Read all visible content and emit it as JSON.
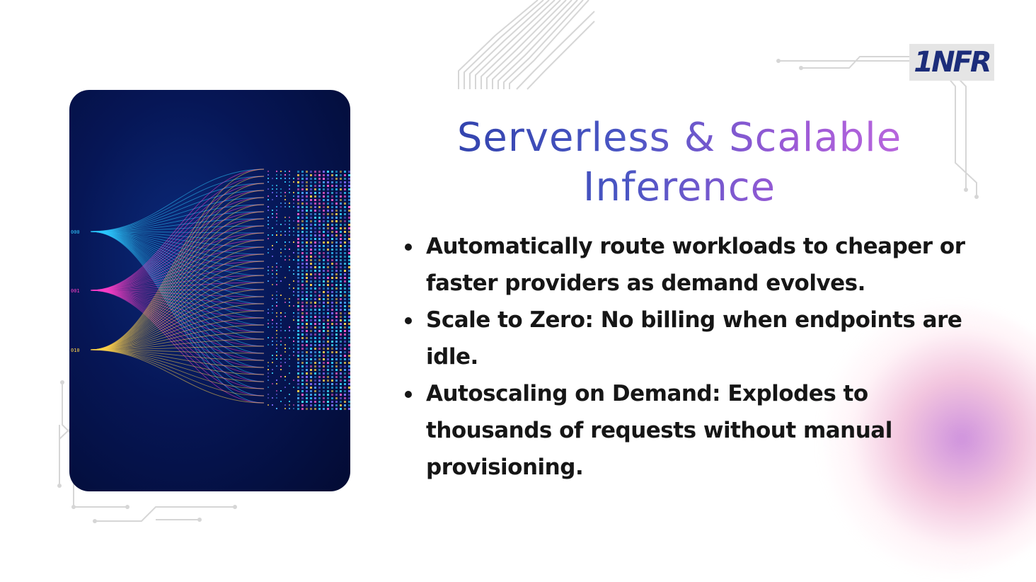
{
  "logo": {
    "text": "1NFR"
  },
  "title": {
    "line1_part1": "Serverless & ",
    "line1_part2": "Scalable",
    "line2": "Inference"
  },
  "bullets": [
    "Automatically route workloads to cheaper or faster providers as demand evolves.",
    "Scale to Zero: No billing when endpoints are idle.",
    "Autoscaling on Demand: Explodes to thousands of requests without manual provisioning."
  ],
  "photo": {
    "icon": "data-streams-image",
    "labels": [
      "000",
      "001",
      "010"
    ]
  },
  "colors": {
    "title_start": "#2d3fa8",
    "title_end": "#c46ae0",
    "text": "#161616",
    "logo_bg": "#e5e5e5",
    "logo_text": "#1c2d7a",
    "stream_blue": "#2ec8ff",
    "stream_pink": "#ff3fc8",
    "stream_yellow": "#ffd24a"
  }
}
